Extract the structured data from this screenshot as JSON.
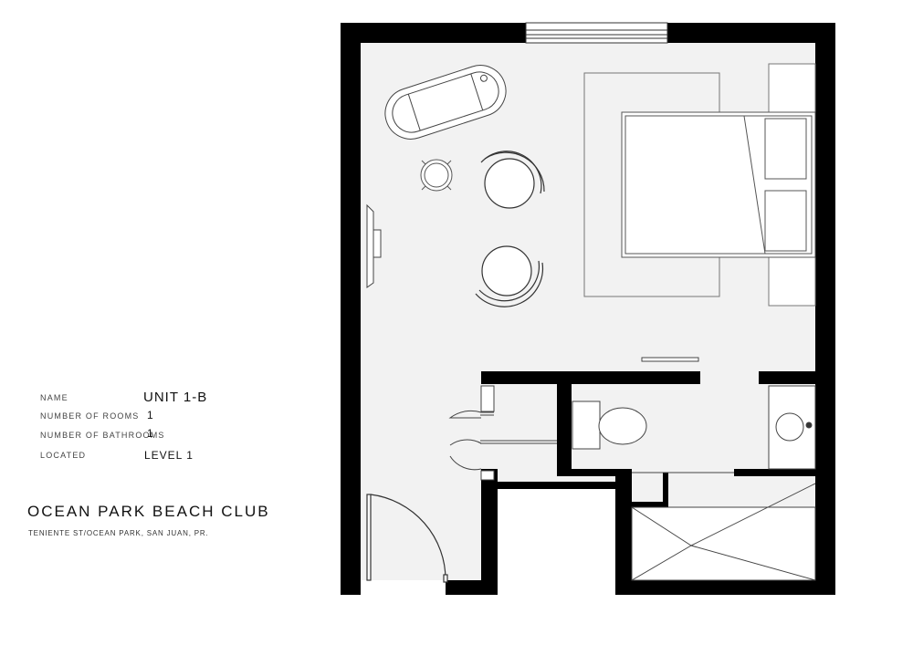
{
  "unit_info": {
    "name_label": "NAME",
    "name_value": "UNIT 1-B",
    "rooms_label": "NUMBER OF ROOMS",
    "rooms_value": "1",
    "bathrooms_label": "NUMBER OF BATHROOMS",
    "bathrooms_value": "1",
    "located_label": "LOCATED",
    "located_value": "LEVEL 1"
  },
  "project": {
    "title": "OCEAN PARK BEACH CLUB",
    "address": "TENIENTE ST/OCEAN PARK, SAN JUAN, PR."
  },
  "colors": {
    "wall": "#000000",
    "floor": "#f2f2f2",
    "line": "#555555",
    "background": "#ffffff"
  }
}
